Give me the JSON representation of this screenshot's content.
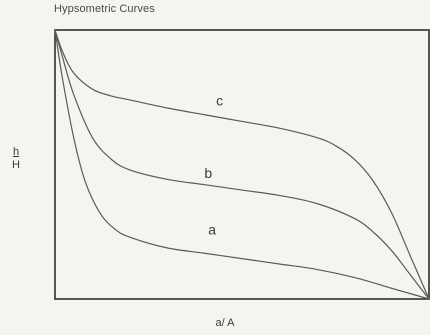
{
  "chart_data": {
    "type": "line",
    "title": "Hypsometric Curves",
    "xlabel": "a/ A",
    "ylabel": {
      "numerator": "h",
      "denominator": "H"
    },
    "xlim": [
      0,
      1
    ],
    "ylim": [
      0,
      1
    ],
    "grid": false,
    "legend": "none",
    "line_color": "#5a5a5a",
    "series": [
      {
        "label": "c",
        "label_at": [
          0.44,
          0.72
        ],
        "x": [
          0,
          0.02,
          0.05,
          0.1,
          0.15,
          0.2,
          0.3,
          0.4,
          0.5,
          0.6,
          0.7,
          0.75,
          0.8,
          0.85,
          0.9,
          0.95,
          1.0
        ],
        "y": [
          1.0,
          0.92,
          0.84,
          0.78,
          0.755,
          0.74,
          0.71,
          0.685,
          0.66,
          0.635,
          0.6,
          0.57,
          0.52,
          0.44,
          0.32,
          0.16,
          0.0
        ]
      },
      {
        "label": "b",
        "label_at": [
          0.41,
          0.45
        ],
        "x": [
          0,
          0.02,
          0.05,
          0.1,
          0.15,
          0.2,
          0.3,
          0.4,
          0.5,
          0.6,
          0.7,
          0.8,
          0.85,
          0.9,
          0.95,
          1.0
        ],
        "y": [
          1.0,
          0.9,
          0.76,
          0.6,
          0.52,
          0.48,
          0.445,
          0.425,
          0.405,
          0.385,
          0.355,
          0.3,
          0.25,
          0.18,
          0.09,
          0.0
        ]
      },
      {
        "label": "a",
        "label_at": [
          0.42,
          0.24
        ],
        "x": [
          0,
          0.02,
          0.05,
          0.08,
          0.12,
          0.16,
          0.2,
          0.3,
          0.4,
          0.5,
          0.6,
          0.7,
          0.8,
          0.9,
          0.95,
          1.0
        ],
        "y": [
          1.0,
          0.82,
          0.6,
          0.44,
          0.32,
          0.26,
          0.23,
          0.19,
          0.17,
          0.15,
          0.13,
          0.11,
          0.08,
          0.04,
          0.02,
          0.0
        ]
      }
    ]
  }
}
